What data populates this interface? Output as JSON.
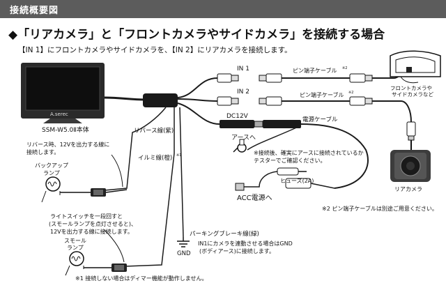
{
  "header": {
    "title": "接続概要図"
  },
  "heading": "◆「リアカメラ」と「フロントカメラやサイドカメラ」を接続する場合",
  "subheading": "【IN 1】にフロントカメラやサイドカメラを、【IN 2】にリアカメラを接続します。",
  "monitor": {
    "brand": "A.serec",
    "model_label": "SSM-W5.0Ⅱ本体"
  },
  "inputs": {
    "in1": "IN 1",
    "in2": "IN 2",
    "dc": "DC12V"
  },
  "cables": {
    "pin_cable_1": "ピン端子ケーブル",
    "pin_cable_2": "ピン端子ケーブル",
    "pin_note_mark": "※2",
    "power_cable": "電源ケーブル",
    "reverse_wire": "リバース線(紫)",
    "illumi_wire": "イルミ線(橙)",
    "illumi_note_mark": "※1",
    "parking_wire": "パーキングブレーキ線(緑)"
  },
  "cameras": {
    "front_side_line1": "フロントカメラや",
    "front_side_line2": "サイドカメラなど",
    "rear": "リアカメラ"
  },
  "ground": {
    "earth_label": "アースへ",
    "gnd": "GND"
  },
  "ground_note": {
    "line1": "※接続後、確実にアースに接続されているか",
    "line2": "テスターでご確認ください。"
  },
  "fuse_label": "ヒューズ(2A)",
  "acc_label": "ACC電源へ",
  "reverse_note": {
    "line1": "リバース時、12Vを出力する線に",
    "line2": "接続します。"
  },
  "backup_lamp": {
    "line1": "バックアップ",
    "line2": "ランプ"
  },
  "light_note": {
    "line1": "ライトスイッチを一段回すと",
    "line2": "(スモールランプを点灯させると)、",
    "line3": "12Vを出力する線に接続します。"
  },
  "small_lamp": {
    "line1": "スモール",
    "line2": "ランプ"
  },
  "parking_note": {
    "line1": "IN1にカメラを連動させる場合はGND",
    "line2": "(ボディアース)に接続します。"
  },
  "footnote_1": "※1 接続しない場合はディマー機能が動作しません。",
  "footnote_2": "※2 ピン端子ケーブルは別途ご用意ください。"
}
